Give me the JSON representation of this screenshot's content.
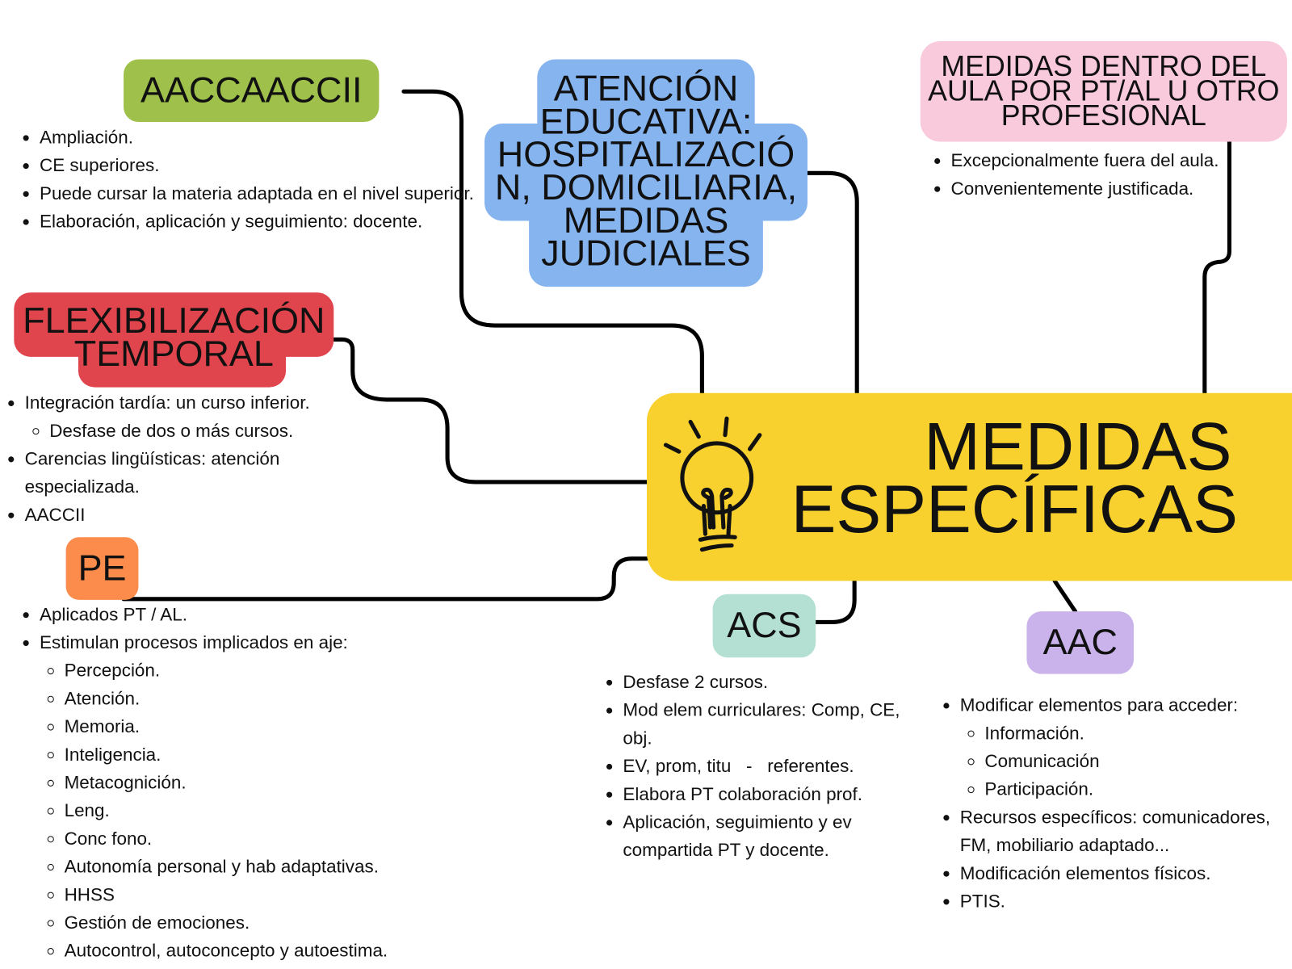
{
  "central": {
    "title_line1": "MEDIDAS",
    "title_line2": "ESPECÍFICAS",
    "icon": "lightbulb-icon"
  },
  "aaccaaccii": {
    "title": "AACCAACCII",
    "items": [
      "Ampliación.",
      "CE superiores.",
      "Puede cursar la materia adaptada en el nivel superior.",
      "Elaboración, aplicación y seguimiento: docente."
    ]
  },
  "atencion": {
    "title": "ATENCIÓN EDUCATIVA: HOSPITALIZACIÓ N, DOMICILIARIA, MEDIDAS JUDICIALES",
    "lines": [
      "ATENCIÓN",
      "EDUCATIVA:",
      "HOSPITALIZACIÓ",
      "N, DOMICILIARIA,",
      "MEDIDAS",
      "JUDICIALES"
    ]
  },
  "aula": {
    "lines": [
      "MEDIDAS DENTRO DEL",
      "AULA POR PT/AL U OTRO",
      "PROFESIONAL"
    ],
    "items": [
      "Excepcionalmente fuera del aula.",
      "Convenientemente justificada."
    ]
  },
  "flex": {
    "lines": [
      "FLEXIBILIZACIÓN",
      "TEMPORAL"
    ],
    "items": [
      "Integración tardía: un curso inferior.",
      "Desfase de dos o más cursos.",
      "Carencias lingüísticas: atención especializada.",
      "AACCII"
    ]
  },
  "pe": {
    "title": "PE",
    "items": [
      "Aplicados PT / AL.",
      "Estimulan procesos implicados en aje:"
    ],
    "sub": [
      "Percepción.",
      "Atención.",
      "Memoria.",
      "Inteligencia.",
      "Metacognición.",
      "Leng.",
      "Conc fono.",
      "Autonomía personal y hab adaptativas.",
      "HHSS",
      "Gestión de emociones.",
      "Autocontrol, autoconcepto y autoestima."
    ]
  },
  "acs": {
    "title": "ACS",
    "items": [
      "Desfase 2 cursos.",
      "Mod elem curriculares: Comp, CE, obj.",
      "EV, prom, titu   -   referentes.",
      "Elabora PT colaboración prof.",
      "Aplicación, seguimiento y ev compartida PT y docente."
    ]
  },
  "aac": {
    "title": "AAC",
    "items": [
      "Modificar elementos para acceder:",
      "Recursos específicos: comunicadores, FM, mobiliario adaptado...",
      "Modificación elementos físicos.",
      "PTIS."
    ],
    "sub": [
      "Información.",
      "Comunicación",
      "Participación."
    ]
  },
  "colors": {
    "green": "#9fc14b",
    "blue": "#86b4ef",
    "pink": "#f9c9dc",
    "red": "#e0444d",
    "orange": "#fb8c4c",
    "yellow": "#f8d12f",
    "mint": "#b3e0d2",
    "lavender": "#c9b3ea"
  }
}
